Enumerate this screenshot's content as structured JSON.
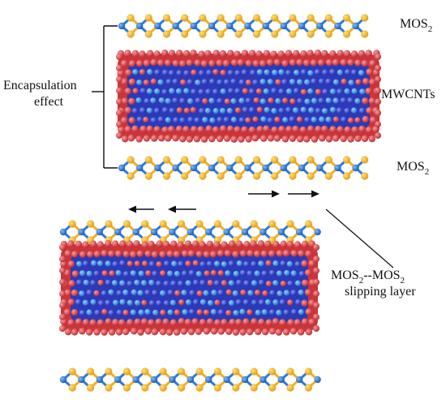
{
  "labels": {
    "mos2_base": "MOS",
    "mos2_sub": "2",
    "mwcnts": "MWCNTs",
    "encapsulation_line1": "Encapsulation",
    "encapsulation_line2": "effect",
    "slip_line1_a": "MOS",
    "slip_sub_a": "2",
    "slip_line1_b": "--MOS",
    "slip_sub_b": "2",
    "slip_line2": "slipping layer"
  },
  "colors": {
    "sulfur": "#f5b21a",
    "molybdenum": "#1f6fd1",
    "bond_s": "#f0b020",
    "bond_mo": "#2a7be0",
    "carbon_outer": "#e0474c",
    "carbon_outer_dark": "#b62a30",
    "carbon_inner": "#2a3fc4",
    "carbon_core": "#2f8be6",
    "line": "#111111"
  },
  "icons": {
    "arrow_left": "arrow-left-icon",
    "arrow_right": "arrow-right-icon"
  }
}
